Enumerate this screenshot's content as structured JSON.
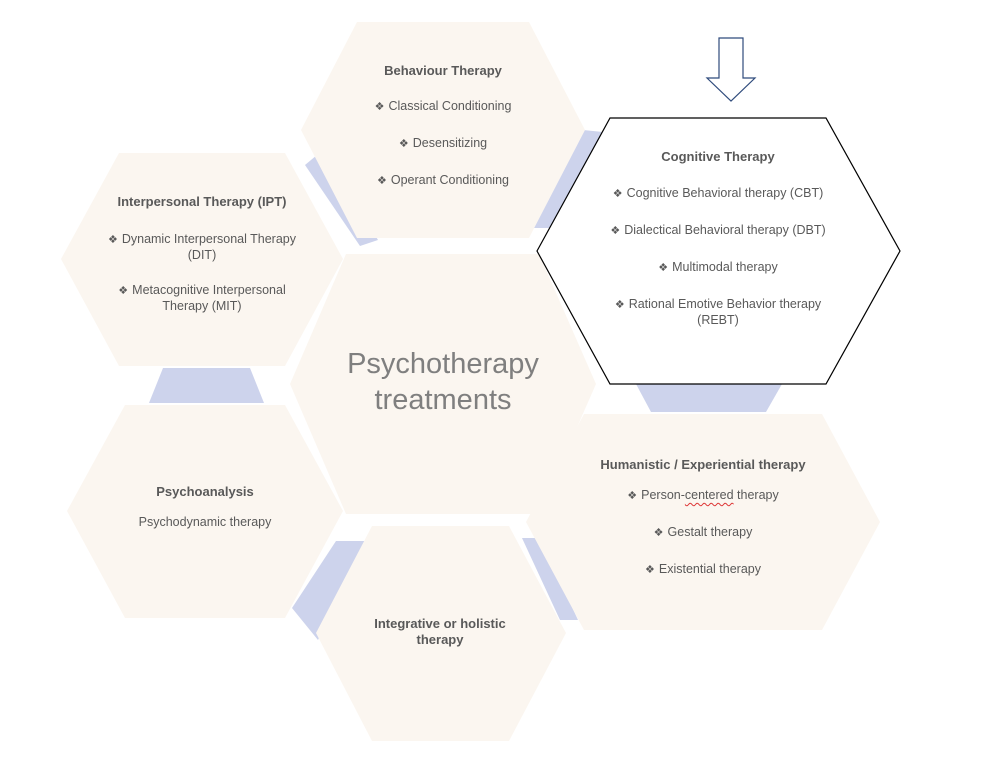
{
  "center": {
    "line1": "Psychotherapy",
    "line2": "treatments"
  },
  "behaviour": {
    "title": "Behaviour Therapy",
    "items": [
      "Classical Conditioning",
      "Desensitizing",
      "Operant Conditioning"
    ]
  },
  "interpersonal": {
    "title": "Interpersonal Therapy (IPT)",
    "items": [
      "Dynamic Interpersonal Therapy (DIT)",
      "Metacognitive Interpersonal Therapy (MIT)"
    ]
  },
  "cognitive": {
    "title": "Cognitive Therapy",
    "items": [
      "Cognitive Behavioral therapy (CBT)",
      "Dialectical Behavioral therapy (DBT)",
      "Multimodal therapy",
      "Rational Emotive Behavior therapy (REBT)"
    ]
  },
  "psychoanalysis": {
    "title": "Psychoanalysis",
    "items": [
      "Psychodynamic therapy"
    ]
  },
  "humanistic": {
    "title": "Humanistic / Experiential therapy",
    "item1_pre": "Person-",
    "item1_mark": "centered",
    "item1_post": " therapy",
    "items": [
      "Gestalt therapy",
      "Existential therapy"
    ]
  },
  "integrative": {
    "title": "Integrative or holistic therapy"
  },
  "bullet_glyph": "❖",
  "colors": {
    "hex_fill": "#fbf6f0",
    "connector": "#cdd3ec",
    "arrow_stroke": "#2f4b7c",
    "outline": "#000000"
  }
}
